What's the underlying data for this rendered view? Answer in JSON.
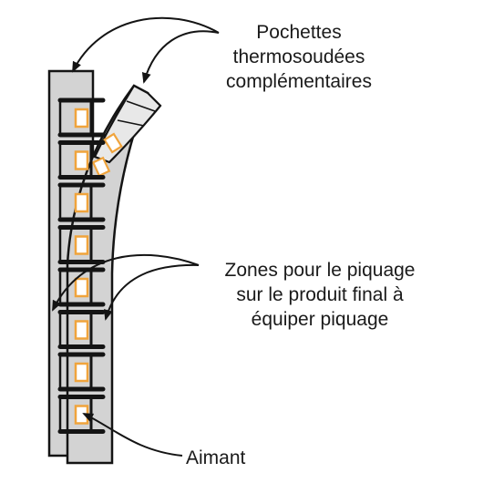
{
  "labels": {
    "pockets": [
      "Pochettes",
      "thermosoudées",
      "complémentaires"
    ],
    "zones": [
      "Zones pour le piquage",
      "sur le produit final à",
      "équiper piquage"
    ],
    "magnet": "Aimant"
  },
  "colors": {
    "strip": "#d3d3d3",
    "outline": "#141414",
    "magnet_fill": "#ffffff",
    "magnet_border": "#f0a43c",
    "background": "#ffffff"
  }
}
